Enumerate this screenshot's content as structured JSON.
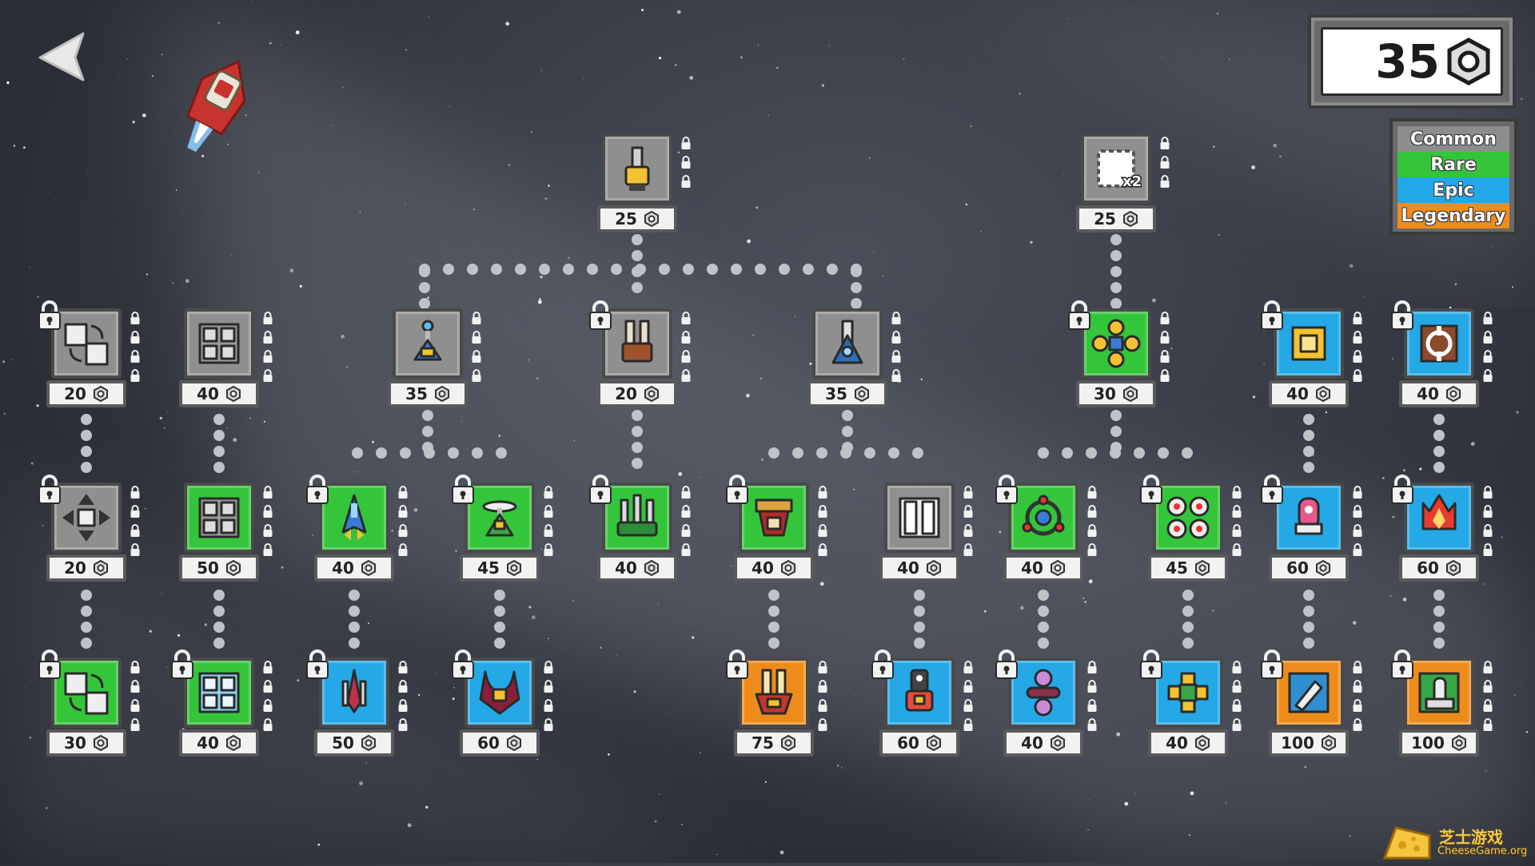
{
  "currency": {
    "amount": "35",
    "icon": "hex-nut-icon"
  },
  "legend": [
    {
      "label": "Common",
      "color": "#8d8d8d"
    },
    {
      "label": "Rare",
      "color": "#33c43a"
    },
    {
      "label": "Epic",
      "color": "#22a7e8"
    },
    {
      "label": "Legendary",
      "color": "#f08c1a"
    }
  ],
  "colors": {
    "common": "#8f8f8f",
    "rare": "#34c53b",
    "epic": "#24a8e6",
    "legendary": "#ee8c1b",
    "dot": "#bfc3c8"
  },
  "nodes": [
    {
      "id": "top-cannon",
      "cost": "25",
      "rarity": "common",
      "icon": "cannon-icon",
      "locked": false
    },
    {
      "id": "top-double",
      "cost": "25",
      "rarity": "common",
      "icon": "double-slot-icon",
      "badge": "x2",
      "locked": false
    },
    {
      "id": "r1-swap",
      "cost": "20",
      "rarity": "common",
      "icon": "swap-icon",
      "locked": true
    },
    {
      "id": "r1-grid",
      "cost": "40",
      "rarity": "common",
      "icon": "grid-icon",
      "locked": false
    },
    {
      "id": "r1-antenna",
      "cost": "35",
      "rarity": "common",
      "icon": "antenna-ship-icon",
      "locked": false
    },
    {
      "id": "r1-twin",
      "cost": "20",
      "rarity": "common",
      "icon": "twin-cannon-icon",
      "locked": true
    },
    {
      "id": "r1-blue",
      "cost": "35",
      "rarity": "common",
      "icon": "blue-ship-icon",
      "locked": false
    },
    {
      "id": "r1-cross",
      "cost": "30",
      "rarity": "rare",
      "icon": "cross-pods-icon",
      "locked": true
    },
    {
      "id": "r1-gold",
      "cost": "40",
      "rarity": "epic",
      "icon": "gold-core-icon",
      "locked": true
    },
    {
      "id": "r1-target",
      "cost": "40",
      "rarity": "epic",
      "icon": "target-icon",
      "locked": true
    },
    {
      "id": "r2-move",
      "cost": "20",
      "rarity": "common",
      "icon": "move-arrows-icon",
      "locked": true
    },
    {
      "id": "r2-grid",
      "cost": "50",
      "rarity": "rare",
      "icon": "grid-icon",
      "locked": false
    },
    {
      "id": "r2-jet",
      "cost": "40",
      "rarity": "rare",
      "icon": "jet-icon",
      "locked": true
    },
    {
      "id": "r2-dish",
      "cost": "45",
      "rarity": "rare",
      "icon": "dish-ship-icon",
      "locked": true
    },
    {
      "id": "r2-tri",
      "cost": "40",
      "rarity": "rare",
      "icon": "triple-cannon-icon",
      "locked": true
    },
    {
      "id": "r2-crown",
      "cost": "40",
      "rarity": "rare",
      "icon": "crown-ship-icon",
      "locked": true
    },
    {
      "id": "r2-door",
      "cost": "40",
      "rarity": "common",
      "icon": "door-icon",
      "locked": false
    },
    {
      "id": "r2-orbit",
      "cost": "40",
      "rarity": "rare",
      "icon": "orbit-icon",
      "locked": true
    },
    {
      "id": "r2-quad",
      "cost": "45",
      "rarity": "rare",
      "icon": "quad-pods-icon",
      "locked": true
    },
    {
      "id": "r2-rocket",
      "cost": "60",
      "rarity": "epic",
      "icon": "rocket-icon",
      "locked": true
    },
    {
      "id": "r2-flame",
      "cost": "60",
      "rarity": "epic",
      "icon": "flame-icon",
      "locked": true
    },
    {
      "id": "r3-swap",
      "cost": "30",
      "rarity": "rare",
      "icon": "swap-icon",
      "locked": true
    },
    {
      "id": "r3-grid",
      "cost": "40",
      "rarity": "rare",
      "icon": "grid-blue-icon",
      "locked": true
    },
    {
      "id": "r3-fighter",
      "cost": "50",
      "rarity": "epic",
      "icon": "fighter-icon",
      "locked": true
    },
    {
      "id": "r3-horned",
      "cost": "60",
      "rarity": "epic",
      "icon": "horned-ship-icon",
      "locked": true
    },
    {
      "id": "r3-gold-ship",
      "cost": "75",
      "rarity": "legendary",
      "icon": "gold-ship-icon",
      "locked": true
    },
    {
      "id": "r3-bot",
      "cost": "60",
      "rarity": "epic",
      "icon": "robot-ship-icon",
      "locked": true
    },
    {
      "id": "r3-orbs",
      "cost": "40",
      "rarity": "epic",
      "icon": "orbs-icon",
      "locked": true
    },
    {
      "id": "r3-gear",
      "cost": "40",
      "rarity": "epic",
      "icon": "gear-pods-icon",
      "locked": true
    },
    {
      "id": "r3-pen",
      "cost": "100",
      "rarity": "legendary",
      "icon": "pen-icon",
      "locked": true
    },
    {
      "id": "r3-tower",
      "cost": "100",
      "rarity": "legendary",
      "icon": "tower-icon",
      "locked": true
    }
  ],
  "watermark": {
    "title": "芝士游戏",
    "site": "CheeseGame.org"
  }
}
